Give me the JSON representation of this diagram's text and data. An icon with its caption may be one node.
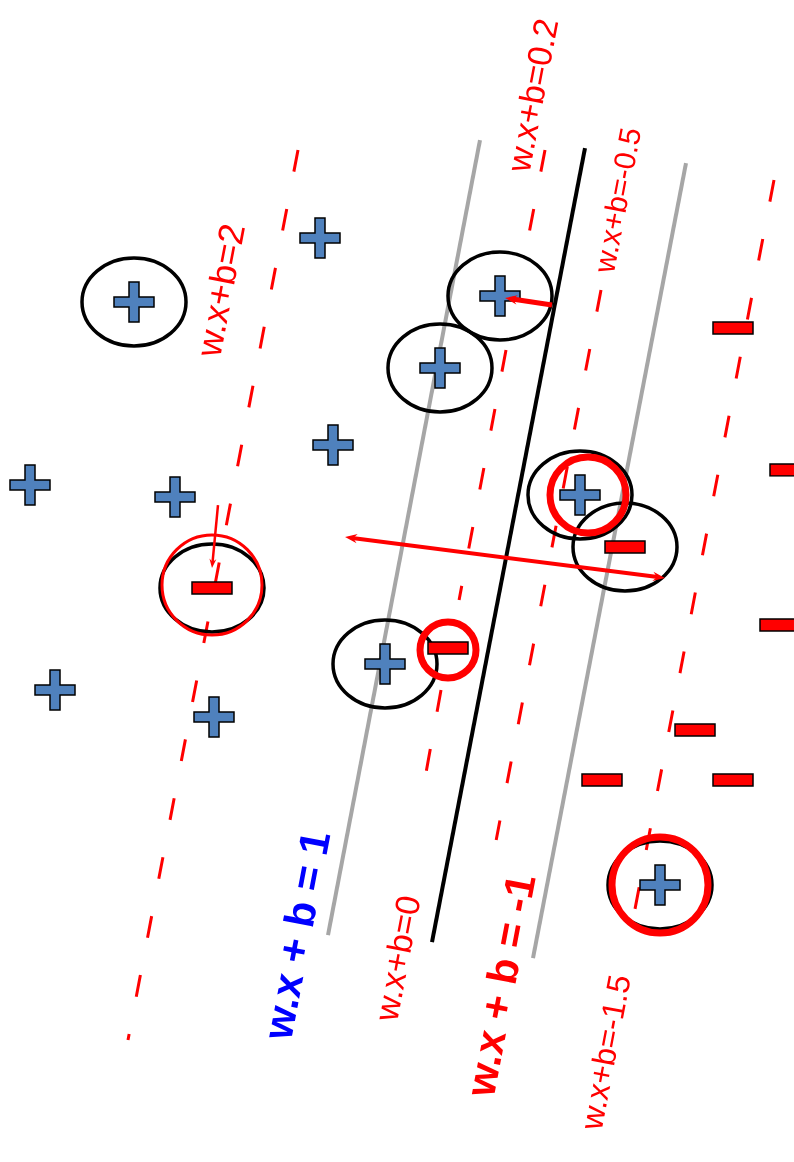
{
  "diagram": {
    "labels": [
      "w.x+b=0.2",
      "w.x+b=-0.5",
      "w.x+b=2",
      "w.x + b = 1",
      "w.x+b=0",
      "w.x + b = -1",
      "w.x+b=-1.5"
    ]
  }
}
